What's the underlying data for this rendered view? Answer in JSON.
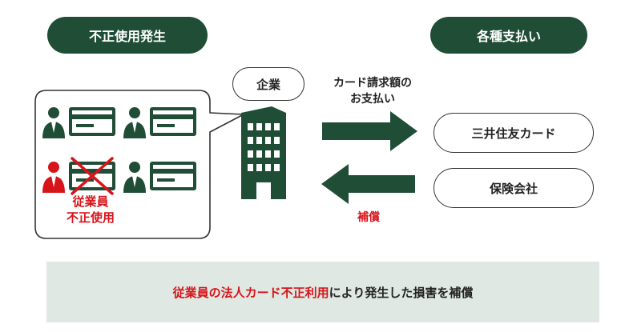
{
  "pills": {
    "left_header": "不正使用発生",
    "right_header": "各種支払い",
    "company": "企業",
    "mitsui": "三井住友カード",
    "insurance": "保険会社"
  },
  "labels": {
    "payment_line1": "カード請求額の",
    "payment_line2": "お支払い",
    "compensation": "補償",
    "employee_line1": "従業員",
    "employee_line2": "不正使用"
  },
  "banner": {
    "highlight": "従業員の法人カード不正利用",
    "rest": "により発生した損害を補償"
  },
  "colors": {
    "dark_green": "#1f4d36",
    "red": "#d7141a",
    "banner_bg": "#dfe8e2"
  }
}
